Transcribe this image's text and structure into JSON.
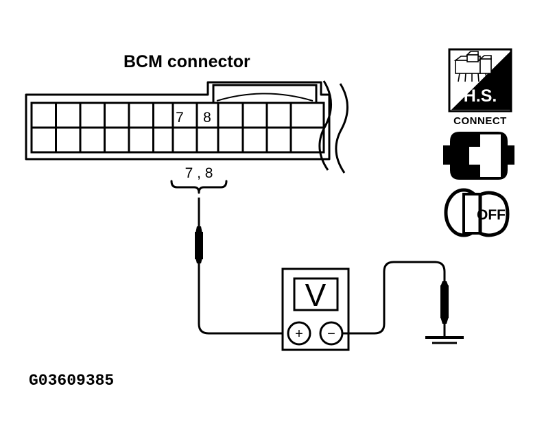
{
  "figure": {
    "title": "BCM connector",
    "caption": "G03609385"
  },
  "connector": {
    "name": "BCM connector",
    "total_columns": 12,
    "rows": 2,
    "top_row_cells": [
      "",
      "",
      "",
      "",
      "",
      "",
      "7",
      "8",
      "",
      "",
      "",
      ""
    ],
    "bottom_row_cells": [
      "",
      "",
      "",
      "",
      "",
      "",
      "",
      "",
      "",
      "",
      "",
      ""
    ],
    "labeled_pins": [
      "7",
      "8"
    ],
    "break_symbol": "wavy-break",
    "pin_callout": "7 , 8"
  },
  "meter": {
    "type": "voltmeter",
    "display_label": "V",
    "positive_terminal": "+",
    "negative_terminal": "−"
  },
  "probes": {
    "positive": {
      "name": "positive-probe",
      "connects_to": "7 , 8"
    },
    "negative": {
      "name": "negative-probe",
      "connects_to": "ground"
    }
  },
  "ground": {
    "symbol": "chassis-ground"
  },
  "icons": {
    "hs_badge": {
      "label": "H.S.",
      "meaning": "hand-held-scope-connector"
    },
    "connect": {
      "label": "CONNECT"
    },
    "ignition": {
      "label": "OFF",
      "meaning": "ignition-switch-off"
    }
  },
  "colors": {
    "ink": "#000000",
    "paper": "#ffffff"
  }
}
